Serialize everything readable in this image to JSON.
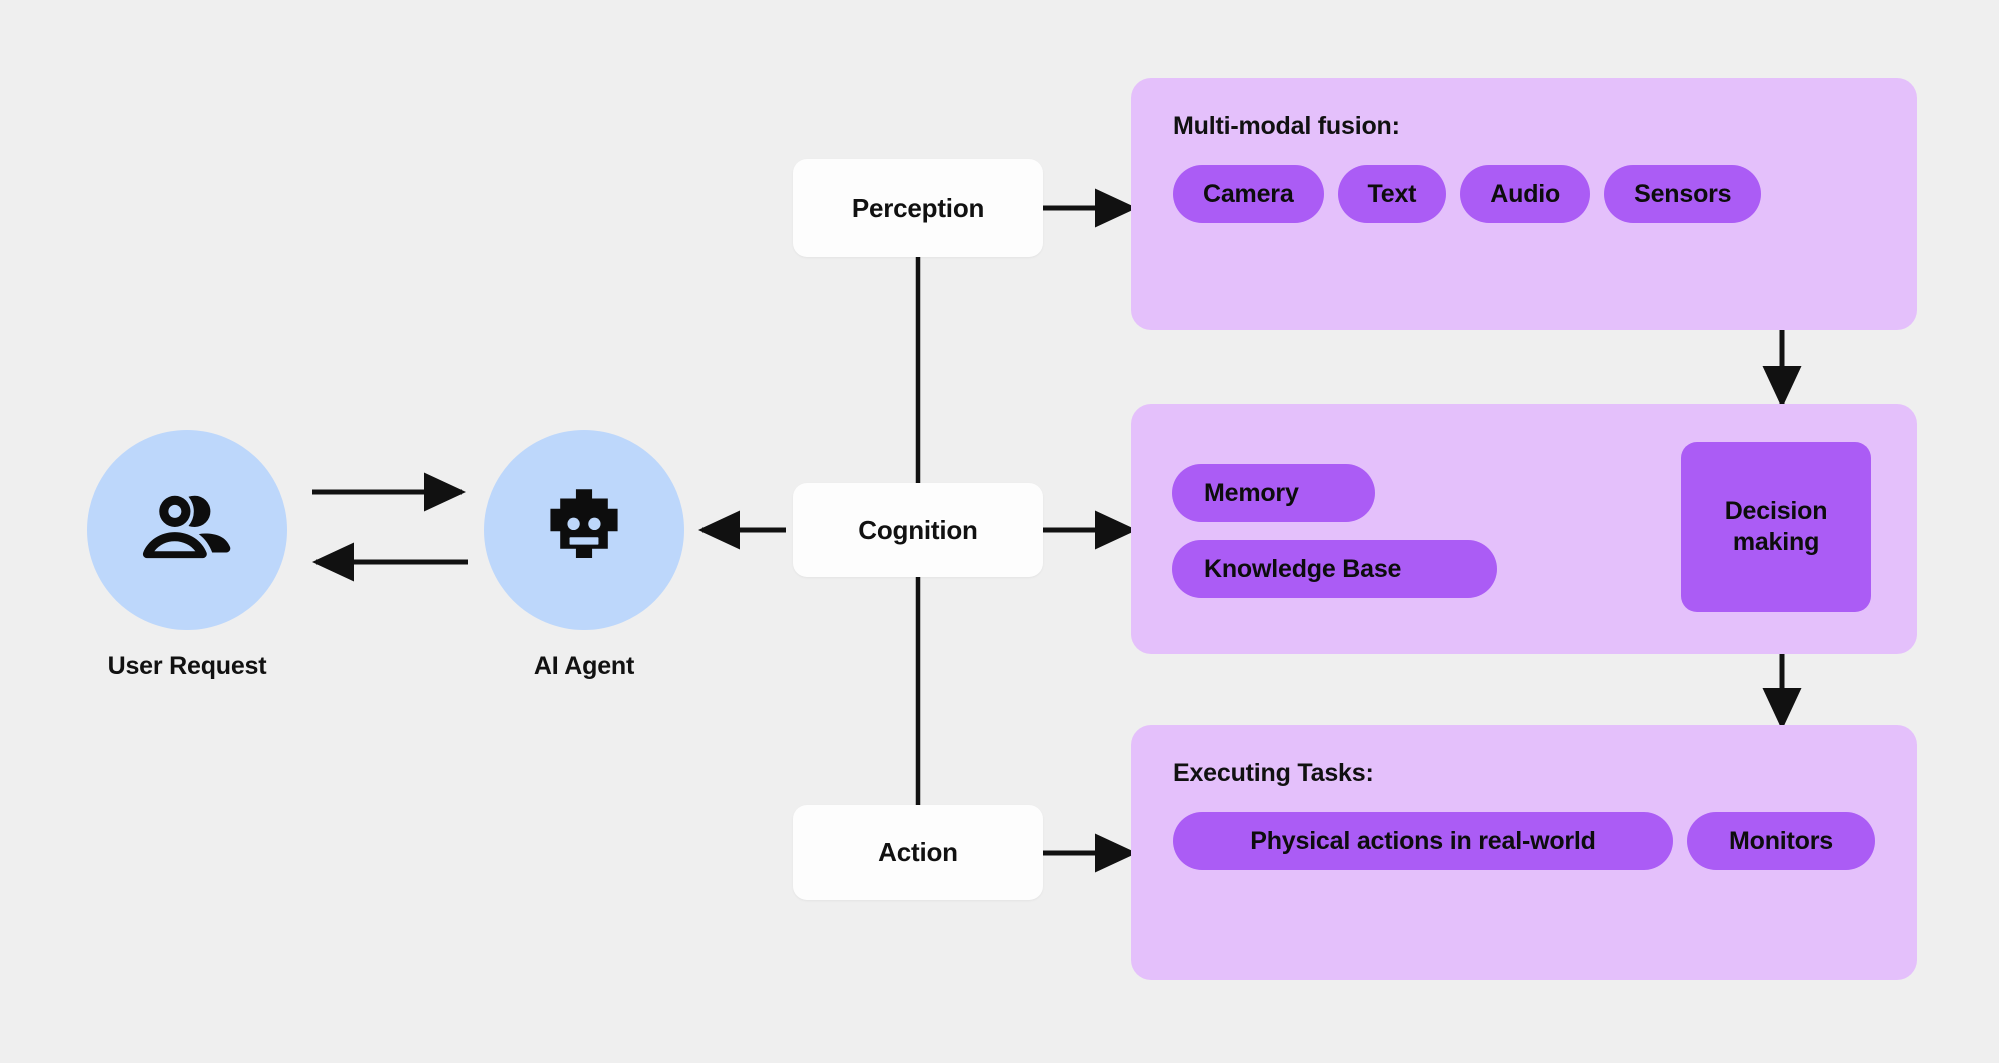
{
  "theme": {
    "background": "#efefef",
    "actor_circle": "#bdd7fb",
    "panel_bg": "#e4c0fb",
    "pill_bg": "#ab5cf5",
    "stage_box_bg": "#fdfdfd",
    "connector": "#111111",
    "text": "#111111"
  },
  "actors": [
    {
      "label": "User Request",
      "icon": "users-icon"
    },
    {
      "label": "AI Agent",
      "icon": "robot-icon"
    }
  ],
  "stages": [
    {
      "label": "Perception"
    },
    {
      "label": "Cognition"
    },
    {
      "label": "Action"
    }
  ],
  "panels": {
    "perception": {
      "title": "Multi-modal fusion:",
      "pills": [
        "Camera",
        "Text",
        "Audio",
        "Sensors"
      ]
    },
    "cognition": {
      "title": "",
      "inputs": [
        "Memory",
        "Knowledge Base"
      ],
      "output": "Decision\nmaking",
      "output_line1": "Decision",
      "output_line2": "making"
    },
    "action": {
      "title": "Executing Tasks:",
      "pills": [
        "Physical actions in real-world",
        "Monitors"
      ]
    }
  }
}
